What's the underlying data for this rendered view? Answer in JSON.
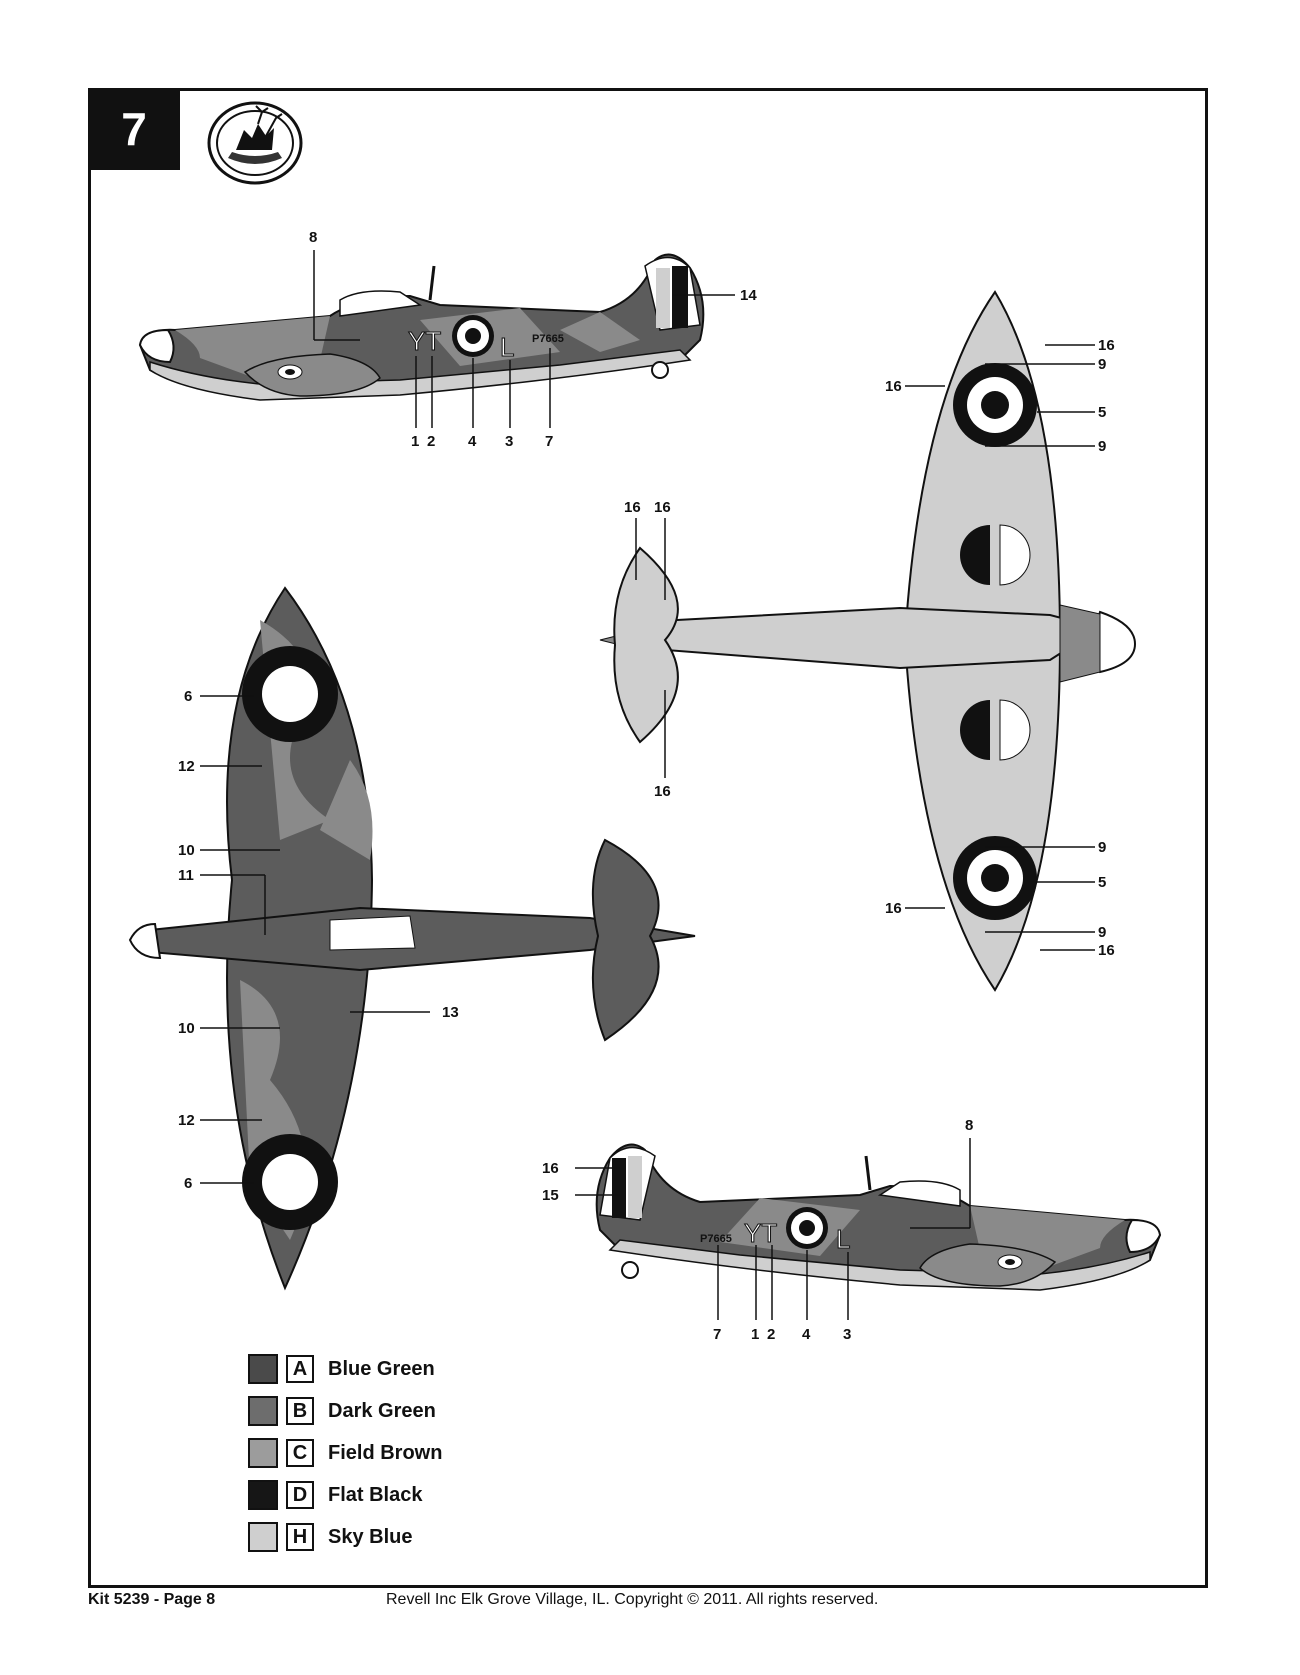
{
  "step": {
    "number": "7"
  },
  "badge": {
    "icon": "squadron-emblem-icon"
  },
  "colors": {
    "A": "#4a4a4a",
    "B": "#6d6d6d",
    "C": "#9c9c9c",
    "D": "#161616",
    "H": "#cfcfcf"
  },
  "callouts": {
    "top_side": [
      "8",
      "14",
      "1",
      "2",
      "4",
      "3",
      "7"
    ],
    "top_side_marks": {
      "code_left": "YT",
      "code_right": "L",
      "serial": "P7665"
    },
    "underside": [
      "16",
      "9",
      "16",
      "5",
      "9",
      "16",
      "16",
      "16",
      "9",
      "5",
      "16",
      "9",
      "16"
    ],
    "upper_plan": [
      "6",
      "12",
      "10",
      "11",
      "10",
      "13",
      "12",
      "6"
    ],
    "bottom_side": [
      "8",
      "16",
      "15",
      "7",
      "1",
      "2",
      "4",
      "3"
    ],
    "bottom_side_marks": {
      "code_left": "YT",
      "code_right": "L",
      "serial": "P7665"
    }
  },
  "legend": [
    {
      "swatch": "#4a4a4a",
      "letter": "A",
      "name": "Blue Green"
    },
    {
      "swatch": "#6d6d6d",
      "letter": "B",
      "name": "Dark Green"
    },
    {
      "swatch": "#9c9c9c",
      "letter": "C",
      "name": "Field Brown"
    },
    {
      "swatch": "#161616",
      "letter": "D",
      "name": "Flat Black"
    },
    {
      "swatch": "#cfcfcf",
      "letter": "H",
      "name": "Sky Blue"
    }
  ],
  "footer": {
    "left": "Kit 5239 - Page 8",
    "center": "Revell Inc Elk Grove Village, IL. Copyright © 2011.  All rights reserved."
  }
}
